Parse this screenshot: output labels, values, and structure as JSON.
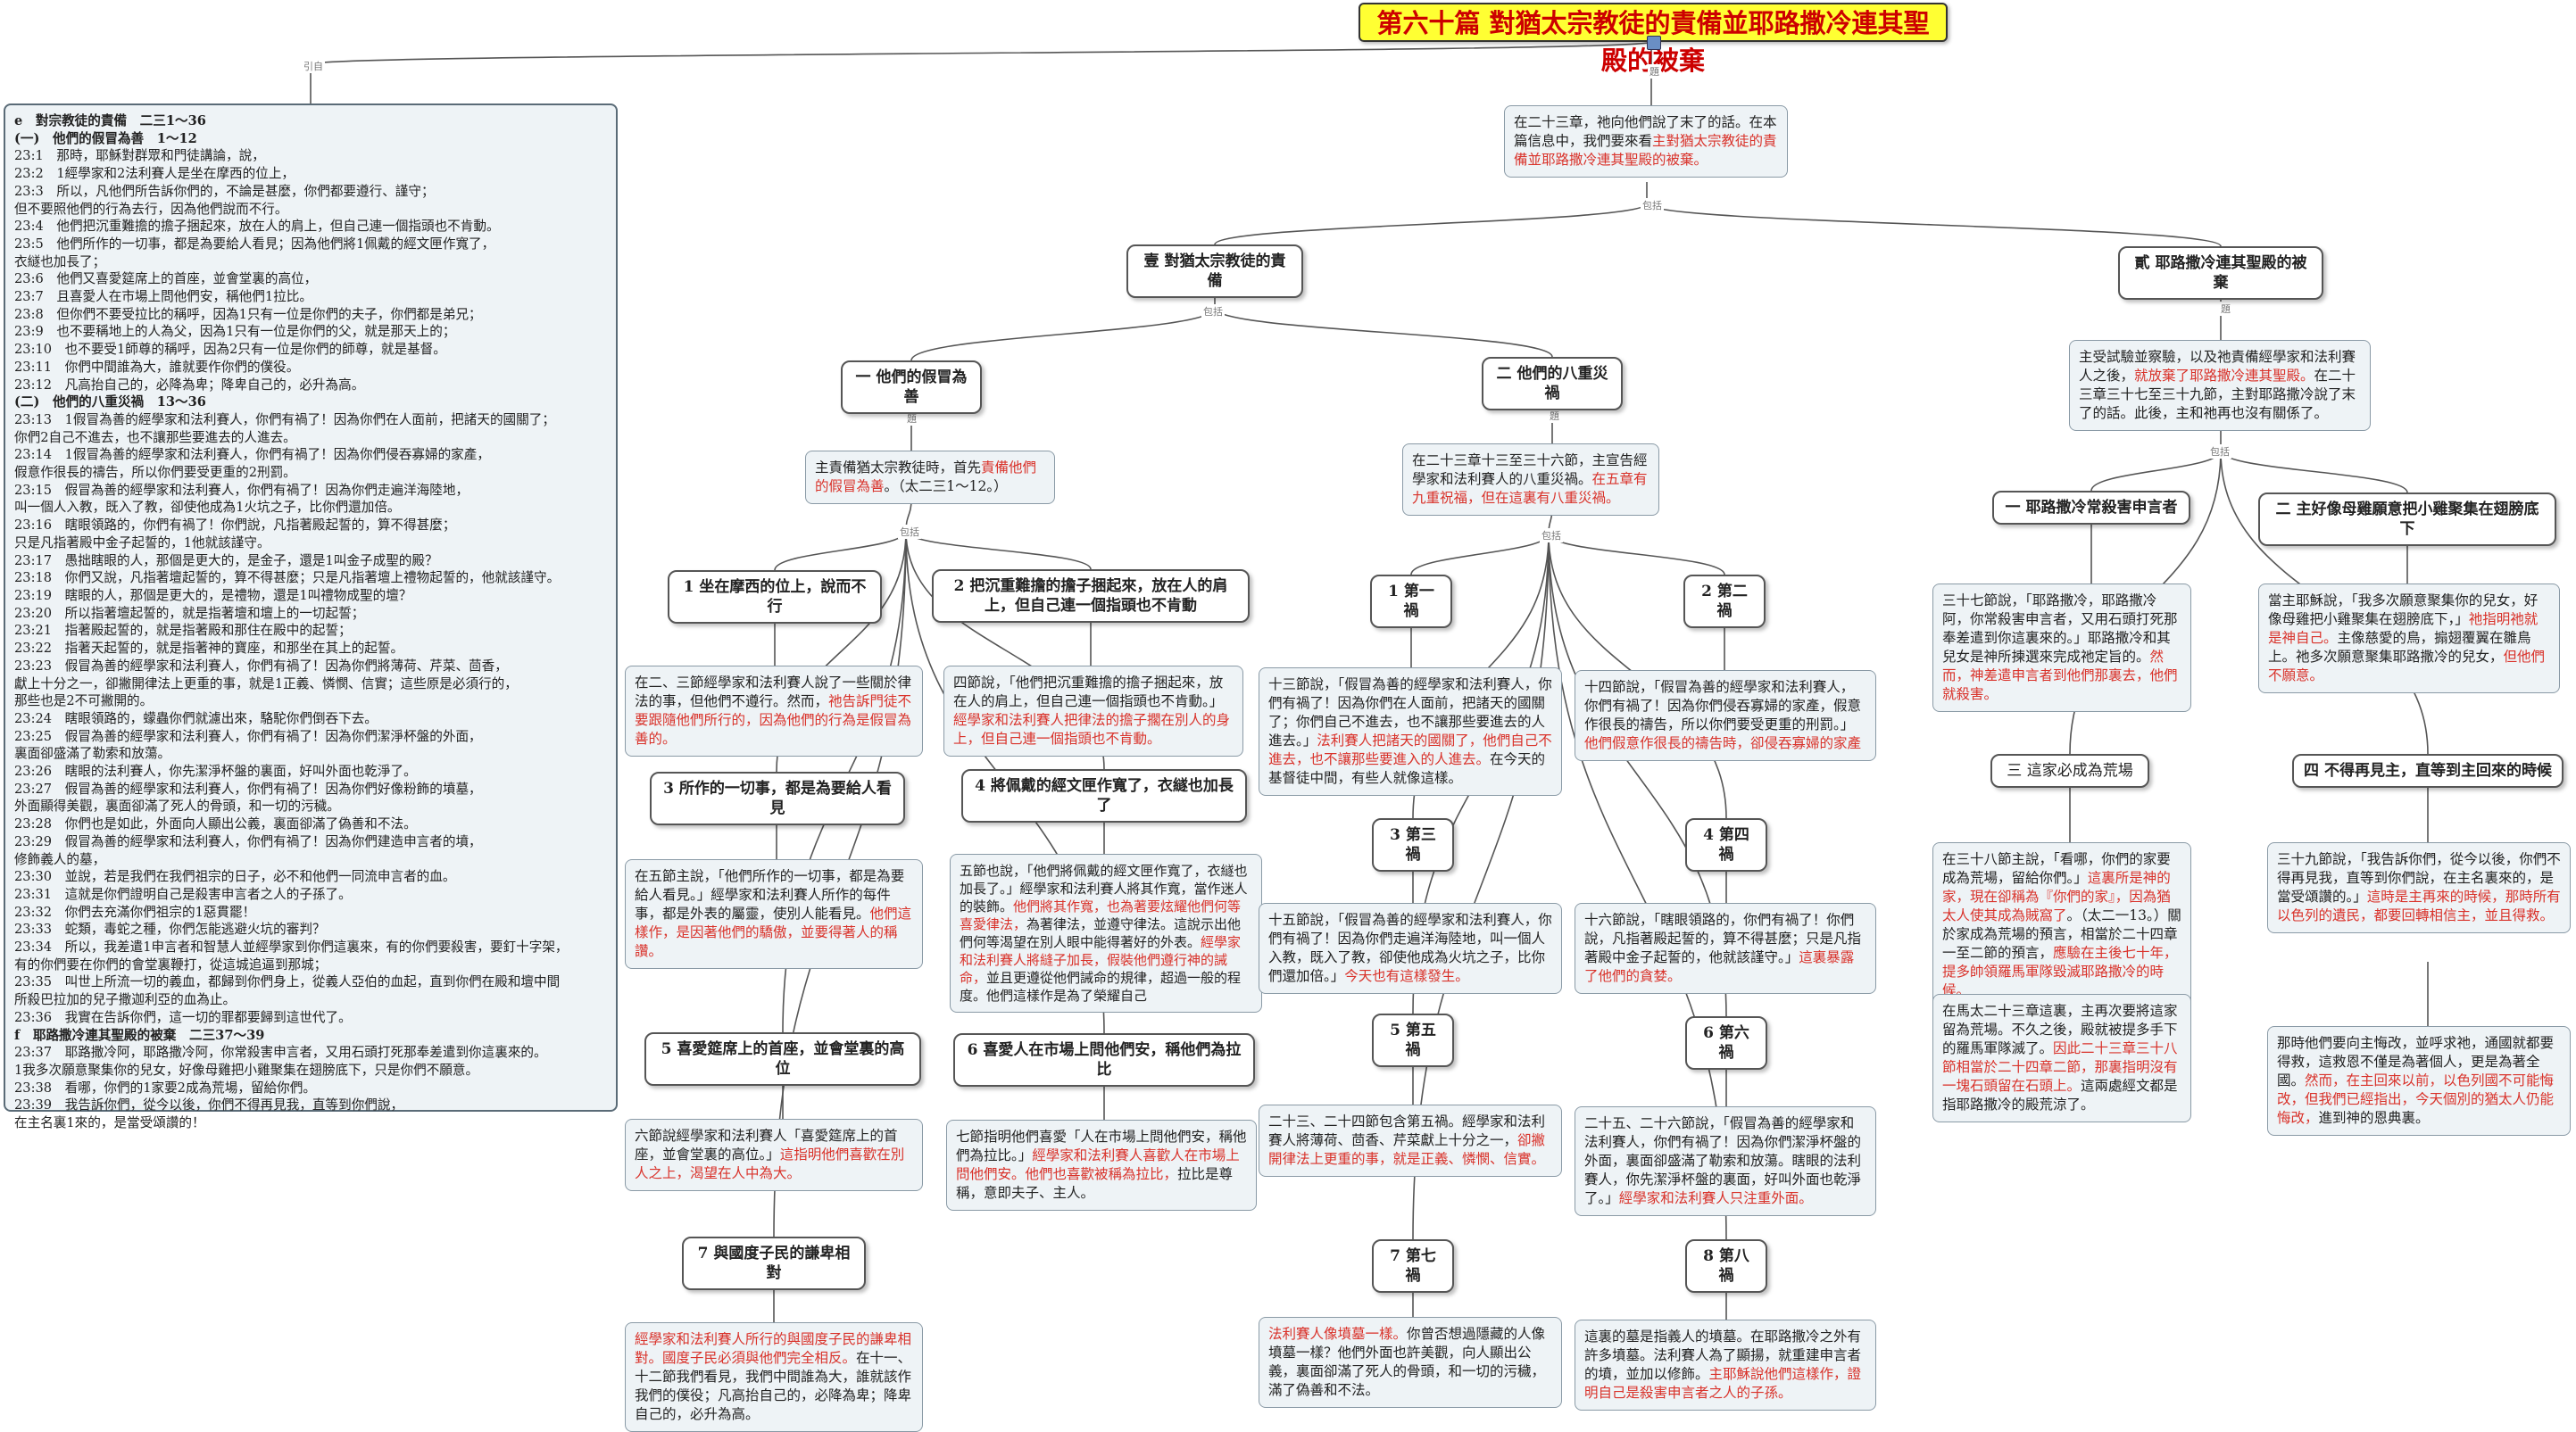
{
  "title": "第六十篇 對猶太宗教徒的責備並耶路撒冷連其聖殿的被棄",
  "link_labels": {
    "yinzi": "引自",
    "ti": "題",
    "baokuo": "包括",
    "zhi": "註"
  },
  "intro": {
    "plain": "在二十三章，祂向他們說了末了的話。在本篇信息中，我們要來看",
    "highlight": "主對猶太宗教徒的責備並耶路撒冷連其聖殿的被棄。"
  },
  "branch1": {
    "label": "壹 對猶太宗教徒的責備",
    "sub1": {
      "label": "一 他們的假冒為善",
      "note_plain": "主責備猶太宗教徒時，首先",
      "note_red": "責備他們的假冒為善",
      "note_tail": "。（太二三1～12。）",
      "items": [
        {
          "label": "1 坐在摩西的位上，說而不行",
          "note_plain": "在二、三節經學家和法利賽人說了一些關於律法的事，但他們不遵行。然而，",
          "note_red": "祂告訴門徒不要跟隨他們所行的，因為他們的行為是假冒為善的。"
        },
        {
          "label": "2 把沉重難擔的擔子捆起來，放在人的肩上，但自己連一個指頭也不肯動",
          "note_plain": "四節說，「他們把沉重難擔的擔子捆起來，放在人的肩上，但自己連一個指頭也不肯動。」",
          "note_red": "經學家和法利賽人把律法的擔子擱在別人的身上，但自己連一個指頭也不肯動。"
        },
        {
          "label": "3 所作的一切事，都是為要給人看見",
          "note_plain": "在五節主說，「他們所作的一切事，都是為要給人看見。」經學家和法利賽人所作的每件事，都是外表的屬靈，使別人能看見。",
          "note_red": "他們這樣作，是因著他們的驕傲，並要得著人的稱讚。"
        },
        {
          "label": "4 將佩戴的經文匣作寬了，衣繸也加長了",
          "note_plain": "五節也說，「他們將佩戴的經文匣作寬了，衣繸也加長了。」經學家和法利賽人將其作寬，當作迷人的裝飾。",
          "note_red": "他們將其作寬，也為著要炫耀他們何等喜愛律法，",
          "note_plain2": "為著律法，並遵守律法。這說示出他們何等渴望在別人眼中能得著好的外表。",
          "note_red2": "經學家和法利賽人將縫子加長，假裝他們遵行神的誡命，",
          "note_plain3": "並且更遵從他們誡命的規律，超過一般的程度。他們這樣作是為了榮耀自己"
        },
        {
          "label": "5 喜愛筵席上的首座，並會堂裏的高位",
          "note_plain": "六節說經學家和法利賽人「喜愛筵席上的首座，並會堂裏的高位。」",
          "note_red": "這指明他們喜歡在別人之上，渴望在人中為大。"
        },
        {
          "label": "6 喜愛人在市場上問他們安，稱他們為拉比",
          "note_plain": "七節指明他們喜愛「人在市場上問他們安，稱他們為拉比。」",
          "note_red": "經學家和法利賽人喜歡人在市場上問他們安。他們也喜歡被稱為拉比，",
          "note_plain2": "拉比是尊稱，意即夫子、主人。"
        },
        {
          "label": "7 與國度子民的謙卑相對",
          "note_red": "經學家和法利賽人所行的與國度子民的謙卑相對。國度子民必須與他們完全相反。",
          "note_plain": "在十一、十二節我們看見，我們中間誰為大，誰就該作我們的僕役；凡高抬自己的，必降為卑；降卑自己的，必升為高。"
        }
      ]
    },
    "sub2": {
      "label": "二 他們的八重災禍",
      "note_plain": "在二十三章十三至三十六節，主宣告經學家和法利賽人的八重災禍。",
      "note_red": "在五章有九重祝福，但在這裏有八重災禍。",
      "woes": [
        {
          "label": "1 第一禍",
          "note_plain": "十三節說，「假冒為善的經學家和法利賽人，你們有禍了！因為你們在人面前，把諸天的國關了；你們自己不進去，也不讓那些要進去的人進去。」",
          "note_red": "法利賽人把諸天的國關了，他們自己不進去，也不讓那些要進入的人進去。",
          "note_tail": "在今天的基督徒中間，有些人就像這樣。"
        },
        {
          "label": "2 第二禍",
          "note_plain": "十四節說，「假冒為善的經學家和法利賽人，你們有禍了！因為你們侵吞寡婦的家產，假意作很長的禱告，所以你們要受更重的刑罰。」",
          "note_red": "他們假意作很長的禱告時，卻侵吞寡婦的家產"
        },
        {
          "label": "3 第三禍",
          "note_plain": "十五節說，「假冒為善的經學家和法利賽人，你們有禍了！因為你們走遍洋海陸地，叫一個人入教，既入了教，卻使他成為火坑之子，比你們還加倍。」",
          "note_red": "今天也有這樣發生。"
        },
        {
          "label": "4 第四禍",
          "note_plain": "十六節說，「瞎眼領路的，你們有禍了！你們說，凡指著殿起誓的，算不得甚麼；只是凡指著殿中金子起誓的，他就該謹守。」",
          "note_red": "這裏暴露了他們的貪婪。"
        },
        {
          "label": "5 第五禍",
          "note_plain": "二十三、二十四節包含第五禍。經學家和法利賽人將薄荷、茴香、芹菜獻上十分之一，",
          "note_red": "卻撇開律法上更重的事，就是正義、憐憫、信實。"
        },
        {
          "label": "6 第六禍",
          "note_plain": "二十五、二十六節說，「假冒為善的經學家和法利賽人，你們有禍了！因為你們潔淨杯盤的外面，裏面卻盛滿了勒索和放蕩。瞎眼的法利賽人，你先潔淨杯盤的裏面，好叫外面也乾淨了。」",
          "note_red": "經學家和法利賽人只注重外面。"
        },
        {
          "label": "7 第七禍",
          "note_red": "法利賽人像墳墓一樣。",
          "note_plain": "你曾否想過隱藏的人像墳墓一樣？他們外面也許美觀，向人顯出公義，裏面卻滿了死人的骨頭，和一切的污穢，滿了偽善和不法。"
        },
        {
          "label": "8 第八禍",
          "note_plain": "這裏的墓是指義人的墳墓。在耶路撒冷之外有許多墳墓。法利賽人為了顯揚，就重建申言者的墳，並加以修飾。",
          "note_red": "主耶穌說他們這樣作，證明自己是殺害申言者之人的子孫。"
        }
      ]
    }
  },
  "branch2": {
    "label": "貳 耶路撒冷連其聖殿的被棄",
    "note_plain": "主受試驗並察驗，以及祂責備經學家和法利賽人之後，",
    "note_red": "就放棄了耶路撒冷連其聖殿。",
    "note_tail": "在二十三章三十七至三十九節，主對耶路撒冷說了末了的話。此後，主和祂再也沒有關係了。",
    "items": [
      {
        "label": "一 耶路撒冷常殺害申言者",
        "note_plain": "三十七節說，「耶路撒冷，耶路撒冷阿，你常殺害申言者，又用石頭打死那奉差遣到你這裏來的。」耶路撒冷和其兒女是神所揀選來完成祂定旨的。",
        "note_red": "然而，神差遣申言者到他們那裏去，他們就殺害。"
      },
      {
        "label": "二 主好像母雞願意把小雞聚集在翅膀底下",
        "note_plain": "當主耶穌說，「我多次願意聚集你的兒女，好像母雞把小雞聚集在翅膀底下，」",
        "note_red": "祂指明祂就是神自己。",
        "note_plain2": "主像慈愛的鳥，搧翅覆翼在雛鳥上。祂多次願意聚集耶路撒冷的兒女，",
        "note_red2": "但他們不願意。"
      },
      {
        "label": "三 這家必成為荒場",
        "note_plain": "在三十八節主說，「看哪，你們的家要成為荒場，留給你們。」",
        "note_red": "這裏所是神的家，現在卻稱為『你們的家』，因為猶太人使其成為賊窩了",
        "note_plain2": "。（太二一13。）關於家成為荒場的預言，相當於二十四章一至二節的預言，",
        "note_red2": "應驗在主後七十年，提多帥領羅馬軍隊毀滅耶路撒冷的時候。"
      },
      {
        "label": "四 不得再見主，直等到主回來的時候",
        "note_plain": "三十九節說，「我告訴你們，從今以後，你們不得再見我，直等到你們說，在主名裏來的，是當受頌讚的。」",
        "note_red": "這時是主再來的時候，那時所有以色列的遺民，都要回轉相信主，並且得救。"
      }
    ],
    "extra_note3": {
      "plain": "在馬太二十三章這裏，主再次要將這家留為荒場。不久之後，殿就被提多手下的羅馬軍隊滅了。",
      "red": "因此二十三章三十八節相當於二十四章二節，那裏指明沒有一塊石頭留在石頭上。",
      "tail": "這兩處經文都是指耶路撒冷的殿荒涼了。"
    },
    "extra_note4": {
      "plain": "那時他們要向主悔改，並呼求祂，通國就都要得救，這救恩不僅是為著個人，更是為著全國。",
      "red": "然而，在主回來以前，以色列國不可能悔改，但我們已經指出，今天個別的猶太人仍能悔改，",
      "tail": "進到神的恩典裏。"
    }
  },
  "left_text": {
    "lines": [
      "e　對宗教徒的責備　二三1～36",
      "(一)　他們的假冒為善　1～12",
      "23:1　那時，耶穌對群眾和門徒講論，說，",
      "23:2　1經學家和2法利賽人是坐在摩西的位上，",
      "23:3　所以，凡他們所告訴你們的，不論是甚麼，你們都要遵行、謹守；",
      "但不要照他們的行為去行，因為他們說而不行。",
      "23:4　他們把沉重難擔的擔子捆起來，放在人的肩上，但自己連一個指頭也不肯動。",
      "23:5　他們所作的一切事，都是為要給人看見；因為他們將1佩戴的經文匣作寬了，",
      "衣繸也加長了；",
      "23:6　他們又喜愛筵席上的首座，並會堂裏的高位，",
      "23:7　且喜愛人在市場上問他們安，稱他們1拉比。",
      "23:8　但你們不要受拉比的稱呼，因為1只有一位是你們的夫子，你們都是弟兄；",
      "23:9　也不要稱地上的人為父，因為1只有一位是你們的父，就是那天上的；",
      "23:10　也不要受1師尊的稱呼，因為2只有一位是你們的師尊，就是基督。",
      "23:11　你們中間誰為大，誰就要作你們的僕役。",
      "23:12　凡高抬自己的，必降為卑；降卑自己的，必升為高。",
      "(二)　他們的八重災禍　13～36",
      "23:13　1假冒為善的經學家和法利賽人，你們有禍了！因為你們在人面前，把諸天的國關了；",
      "你們2自己不進去，也不讓那些要進去的人進去。",
      "23:14　1假冒為善的經學家和法利賽人，你們有禍了！因為你們侵吞寡婦的家產，",
      "假意作很長的禱告，所以你們要受更重的2刑罰。",
      "23:15　假冒為善的經學家和法利賽人，你們有禍了！因為你們走遍洋海陸地，",
      "叫一個人入教，既入了教，卻使他成為1火坑之子，比你們還加倍。",
      "23:16　瞎眼領路的，你們有禍了！你們說，凡指著殿起誓的，算不得甚麼；",
      "只是凡指著殿中金子起誓的，1他就該謹守。",
      "23:17　愚拙瞎眼的人，那個是更大的，是金子，還是1叫金子成聖的殿？",
      "23:18　你們又說，凡指著壇起誓的，算不得甚麼；只是凡指著壇上禮物起誓的，他就該謹守。",
      "23:19　瞎眼的人，那個是更大的，是禮物，還是1叫禮物成聖的壇？",
      "23:20　所以指著壇起誓的，就是指著壇和壇上的一切起誓；",
      "23:21　指著殿起誓的，就是指著殿和那住在殿中的起誓；",
      "23:22　指著天起誓的，就是指著神的寶座，和那坐在其上的起誓。",
      "23:23　假冒為善的經學家和法利賽人，你們有禍了！因為你們將薄荷、芹菜、茴香，",
      "獻上十分之一，卻撇開律法上更重的事，就是1正義、憐憫、信實；這些原是必須行的，",
      "那些也是2不可撇開的。",
      "23:24　瞎眼領路的，蠓蟲你們就濾出來，駱駝你們倒吞下去。",
      "23:25　假冒為善的經學家和法利賽人，你們有禍了！因為你們潔淨杯盤的外面，",
      "裏面卻盛滿了勒索和放蕩。",
      "23:26　瞎眼的法利賽人，你先潔淨杯盤的裏面，好叫外面也乾淨了。",
      "23:27　假冒為善的經學家和法利賽人，你們有禍了！因為你們好像粉飾的墳墓，",
      "外面顯得美觀，裏面卻滿了死人的骨頭，和一切的污穢。",
      "23:28　你們也是如此，外面向人顯出公義，裏面卻滿了偽善和不法。",
      "23:29　假冒為善的經學家和法利賽人，你們有禍了！因為你們建造申言者的墳，",
      "修飾義人的墓，",
      "23:30　並說，若是我們在我們祖宗的日子，必不和他們一同流申言者的血。",
      "23:31　這就是你們證明自己是殺害申言者之人的子孫了。",
      "23:32　你們去充滿你們祖宗的1惡貫罷！",
      "23:33　蛇類，毒蛇之種，你們怎能逃避火坑的審判？",
      "23:34　所以，我差遣1申言者和智慧人並經學家到你們這裏來，有的你們要殺害，要釘十字架，",
      "有的你們要在你們的會堂裏鞭打，從這城追逼到那城；",
      "23:35　叫世上所流一切的義血，都歸到你們身上，從義人亞伯的血起，直到你們在殿和壇中間",
      "所殺巴拉加的兒子撒迦利亞的血為止。",
      "23:36　我實在告訴你們，這一切的罪都要歸到這世代了。",
      "f　耶路撒冷連其聖殿的被棄　二三37～39",
      "23:37　耶路撒冷阿，耶路撒冷阿，你常殺害申言者，又用石頭打死那奉差遣到你這裏來的。",
      "1我多次願意聚集你的兒女，好像母雞把小雞聚集在翅膀底下，只是你們不願意。",
      "23:38　看哪，你們的1家要2成為荒場，留給你們。",
      "23:39　我告訴你們，從今以後，你們不得再見我，直等到你們說，",
      "在主名裏1來的，是當受頌讚的！"
    ]
  }
}
